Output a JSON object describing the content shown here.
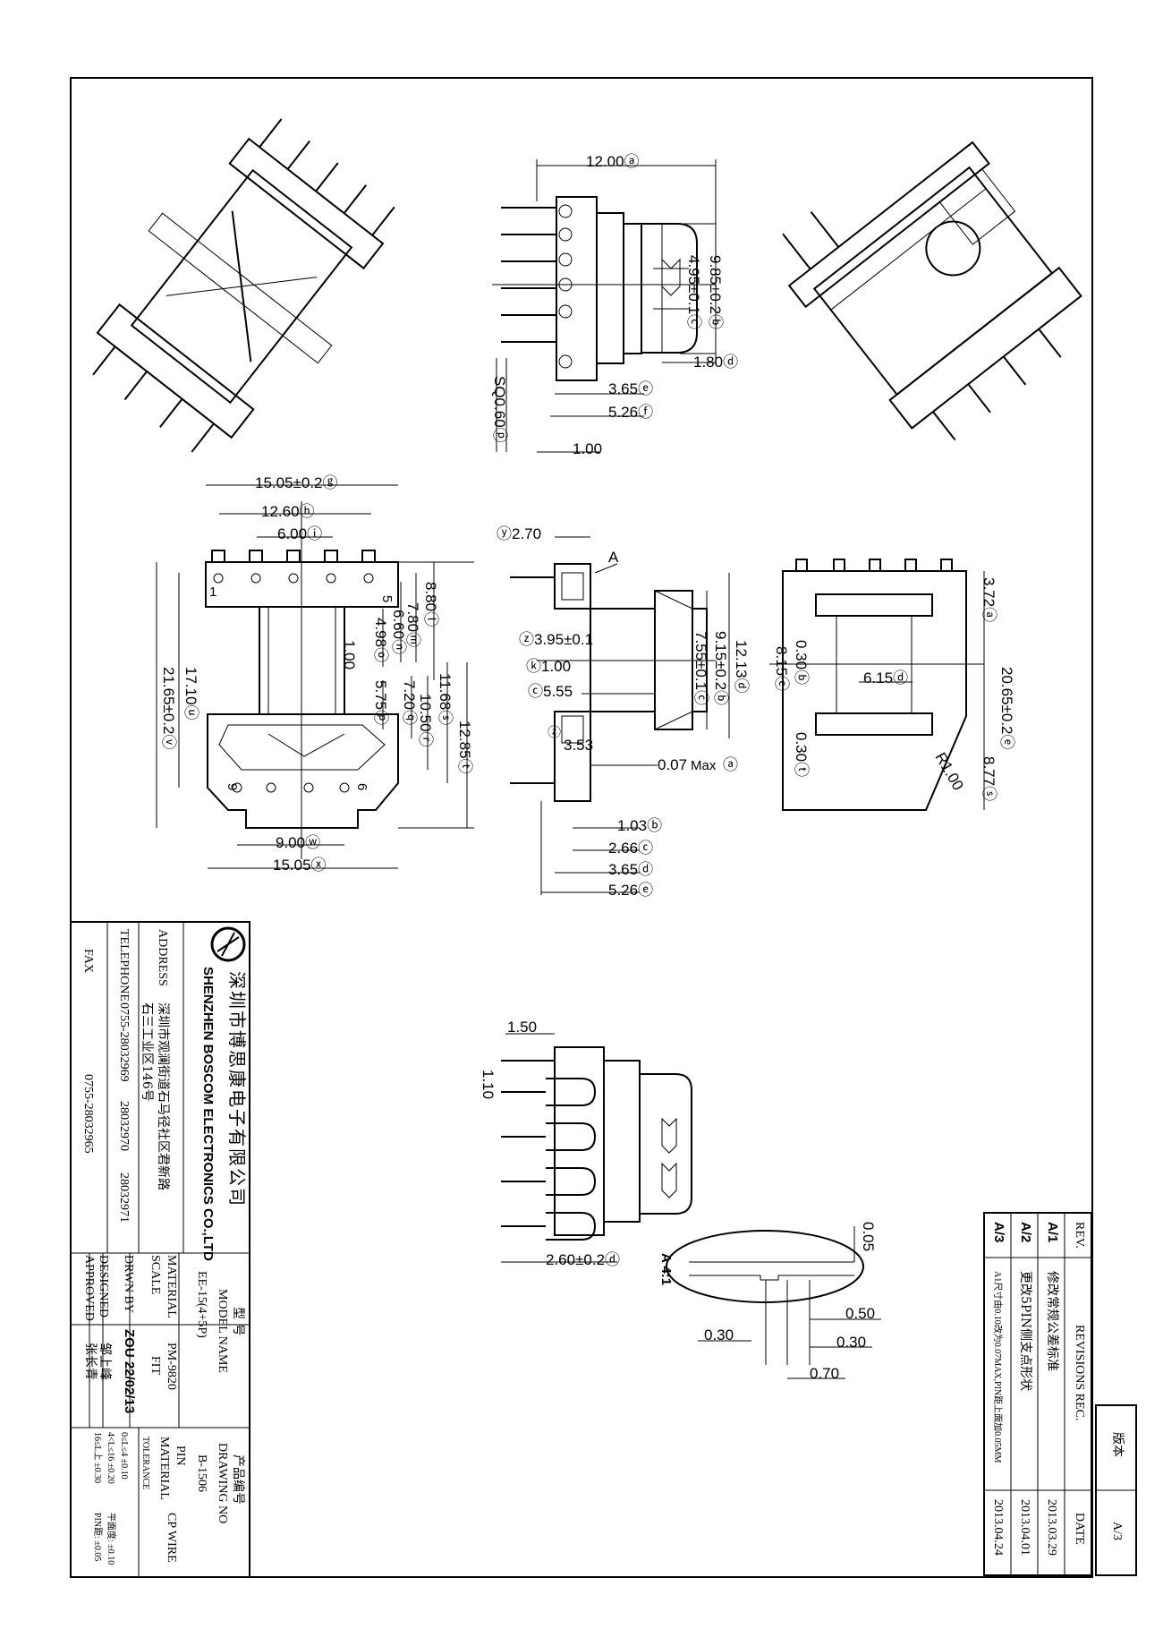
{
  "company": {
    "name_cn": "深圳市博思康电子有限公司",
    "name_en": "SHENZHEN BOSCOM ELECTRONICS CO.,LTD",
    "address_label": "ADDRESS",
    "address_line1": "深圳市观澜街道石马径社区君新路",
    "address_line2": "石三工业区146号",
    "telephone_label": "TELEPHONE",
    "telephone": "0755-28032969",
    "telephone2": "28032970",
    "telephone3": "28032971",
    "fax_label": "FAX",
    "fax": "0755-28032965"
  },
  "title_block": {
    "model_cn": "型 号",
    "model_label": "MODEL NAME",
    "model_value": "EE-15(4+5P)",
    "drawing_no_cn": "产品编号",
    "drawing_no_label": "DRAWING NO",
    "drawing_no_value": "B-1506",
    "material_label": "MATERIAL",
    "material_value": "PM-9820",
    "scale_label": "SCALE",
    "scale_value": "FIT",
    "drwn_label": "DRWN BY",
    "drwn_value": "ZOU 22/02/13",
    "designed_label": "DESIGNED",
    "designed_value": "邹上峰",
    "approved_label": "APPROVED",
    "approved_value": "张长青",
    "pin_label": "PIN",
    "pin_material_label": "MATERIAL",
    "pin_material_value": "CP WIRE",
    "tolerance_label": "TOLERANCE",
    "tol_row1": "0≤L≤4   ±0.10",
    "tol_row2": "4<L≤16  ±0.20",
    "tol_row3": "16≤L上   ±0.30",
    "tol_flat": "平面度: ±0.10",
    "tol_pin": "PIN距: ±0.05"
  },
  "revisions": {
    "header_rev": "REV.",
    "header_title": "REVISIONS REC.",
    "header_date": "DATE",
    "version_cn": "版本",
    "version_value": "A/3",
    "rows": [
      {
        "rev": "A/1",
        "desc": "修改常规公差标准",
        "date": "2013.03.29"
      },
      {
        "rev": "A/2",
        "desc": "更改5PIN侧支点形状",
        "date": "2013.04.01"
      },
      {
        "rev": "A/3",
        "desc": "A1尺寸由0.10改为0.07MAX,PIN距上面加0.05MM",
        "date": "2013.04.24"
      }
    ]
  },
  "dimensions": {
    "top": {
      "d12": "12.00ⓐ",
      "d985": "9.85±0.2ⓑ",
      "d495": "4.95±0.1ⓒ",
      "d180": "1.80ⓓ",
      "d365": "3.65ⓔ",
      "d526": "5.26ⓕ",
      "sq060": "SQ0.60ⓟ",
      "d100": "1.00"
    },
    "front": {
      "d1505a": "15.05±0.2ⓖ",
      "d1260": "12.60ⓗ",
      "d600": "6.00ⓘ",
      "d880": "8.80ⓛ",
      "d780": "7.80ⓜ",
      "d660": "6.60ⓝ",
      "d498": "4.98ⓞ",
      "d100": "1.00",
      "d575": "5.75ⓟ",
      "d720": "7.20ⓠ",
      "d1050": "10.50ⓡ",
      "d1168": "11.68ⓢ",
      "d1285": "12.85ⓣ",
      "d1710": "17.10ⓤ",
      "d2165": "21.65±0.2ⓥ",
      "d900": "9.00ⓦ",
      "d1505b": "15.05ⓧ",
      "pin1": "1",
      "pin5": "5",
      "pin6": "6",
      "pin9": "9"
    },
    "side": {
      "d270": "ⓨ2.70",
      "label_a": "A",
      "d395": "ⓩ3.95±0.1",
      "d100": "ⓚ1.00",
      "d555": "ⓒ5.55",
      "d915": "9.15±0.2ⓑ",
      "d755": "7.55±0.1ⓒ",
      "d1213": "12.13ⓓ",
      "d353": "3.53",
      "d353_tag": "ⓩ",
      "d007": "0.07",
      "d007_max": "Max",
      "d007_tag": "ⓐ",
      "d103": "1.03ⓑ",
      "d266": "2.66ⓒ",
      "d365": "3.65ⓓ",
      "d526": "5.26ⓔ"
    },
    "right": {
      "d372": "3.72ⓐ",
      "d030a": "0.30ⓑ",
      "d815": "8.15ⓒ",
      "d615": "6.15ⓓ",
      "d2065": "20.65±0.2ⓔ",
      "r100": "R1.00",
      "d877": "8.77ⓢ",
      "d030b": "0.30ⓣ"
    },
    "bottom": {
      "d150": "1.50",
      "d110": "1.10",
      "d260": "2.60±0.2ⓓ",
      "label_a41": "A 4:1",
      "d005": "0.05",
      "d030a": "0.30",
      "d050": "0.50",
      "d030b": "0.30",
      "d070": "0.70"
    }
  }
}
